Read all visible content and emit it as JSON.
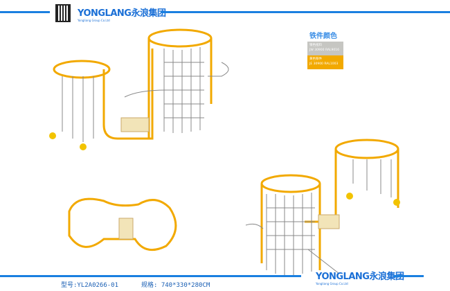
{
  "header": {
    "brand": "YONGLANG",
    "brand_cn": "永浪集团",
    "brand_sub": "Yongliang Group Co.Ltd"
  },
  "colors_panel": {
    "title": "铁件颜色",
    "swatches": [
      {
        "label": "银色扭料",
        "code": "JW 30900 RAL9016",
        "color": "#c6c6c2"
      },
      {
        "label": "黄色铁件",
        "code": "JE 30900 RAL1003",
        "color": "#f2a900"
      }
    ]
  },
  "footer": {
    "model": "型号:YL2A0266-01",
    "size": "规格: 740*330*280CM",
    "brand": "YONGLANG",
    "brand_cn": "永浪集团",
    "brand_sub": "Yongliang Group Co.Ltd"
  },
  "accent": "#1a7fe0",
  "frame": "#f2a900"
}
